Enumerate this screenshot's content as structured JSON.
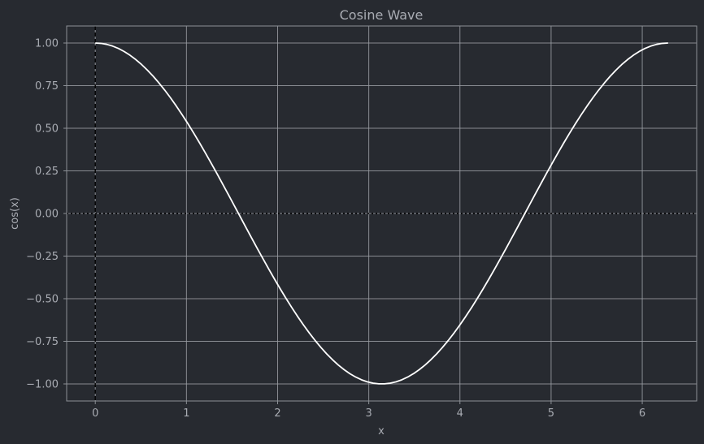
{
  "chart_data": {
    "type": "line",
    "title": "Cosine Wave",
    "xlabel": "x",
    "ylabel": "cos(x)",
    "xlim": [
      -0.314,
      6.597
    ],
    "ylim": [
      -1.1,
      1.1
    ],
    "xticks": [
      0,
      1,
      2,
      3,
      4,
      5,
      6
    ],
    "xtick_labels": [
      "0",
      "1",
      "2",
      "3",
      "4",
      "5",
      "6"
    ],
    "yticks": [
      1.0,
      0.75,
      0.5,
      0.25,
      0.0,
      -0.25,
      -0.5,
      -0.75,
      -1.0
    ],
    "ytick_labels": [
      "1.00",
      "0.75",
      "0.50",
      "0.25",
      "0.00",
      "−0.25",
      "−0.50",
      "−0.75",
      "−1.00"
    ],
    "grid": true,
    "series": [
      {
        "function": "cos",
        "x_range": [
          0,
          6.2832
        ],
        "samples": 100
      }
    ],
    "reference_lines": [
      {
        "orientation": "horizontal",
        "value": 0,
        "style": "dotted"
      },
      {
        "orientation": "vertical",
        "value": 0,
        "style": "dashed"
      }
    ],
    "colors": {
      "background": "#272a30",
      "text": "#a9acb3",
      "grid": "#9a9da3",
      "spine": "#8c9096",
      "line": "#ffffff",
      "reference": "#000000"
    }
  }
}
